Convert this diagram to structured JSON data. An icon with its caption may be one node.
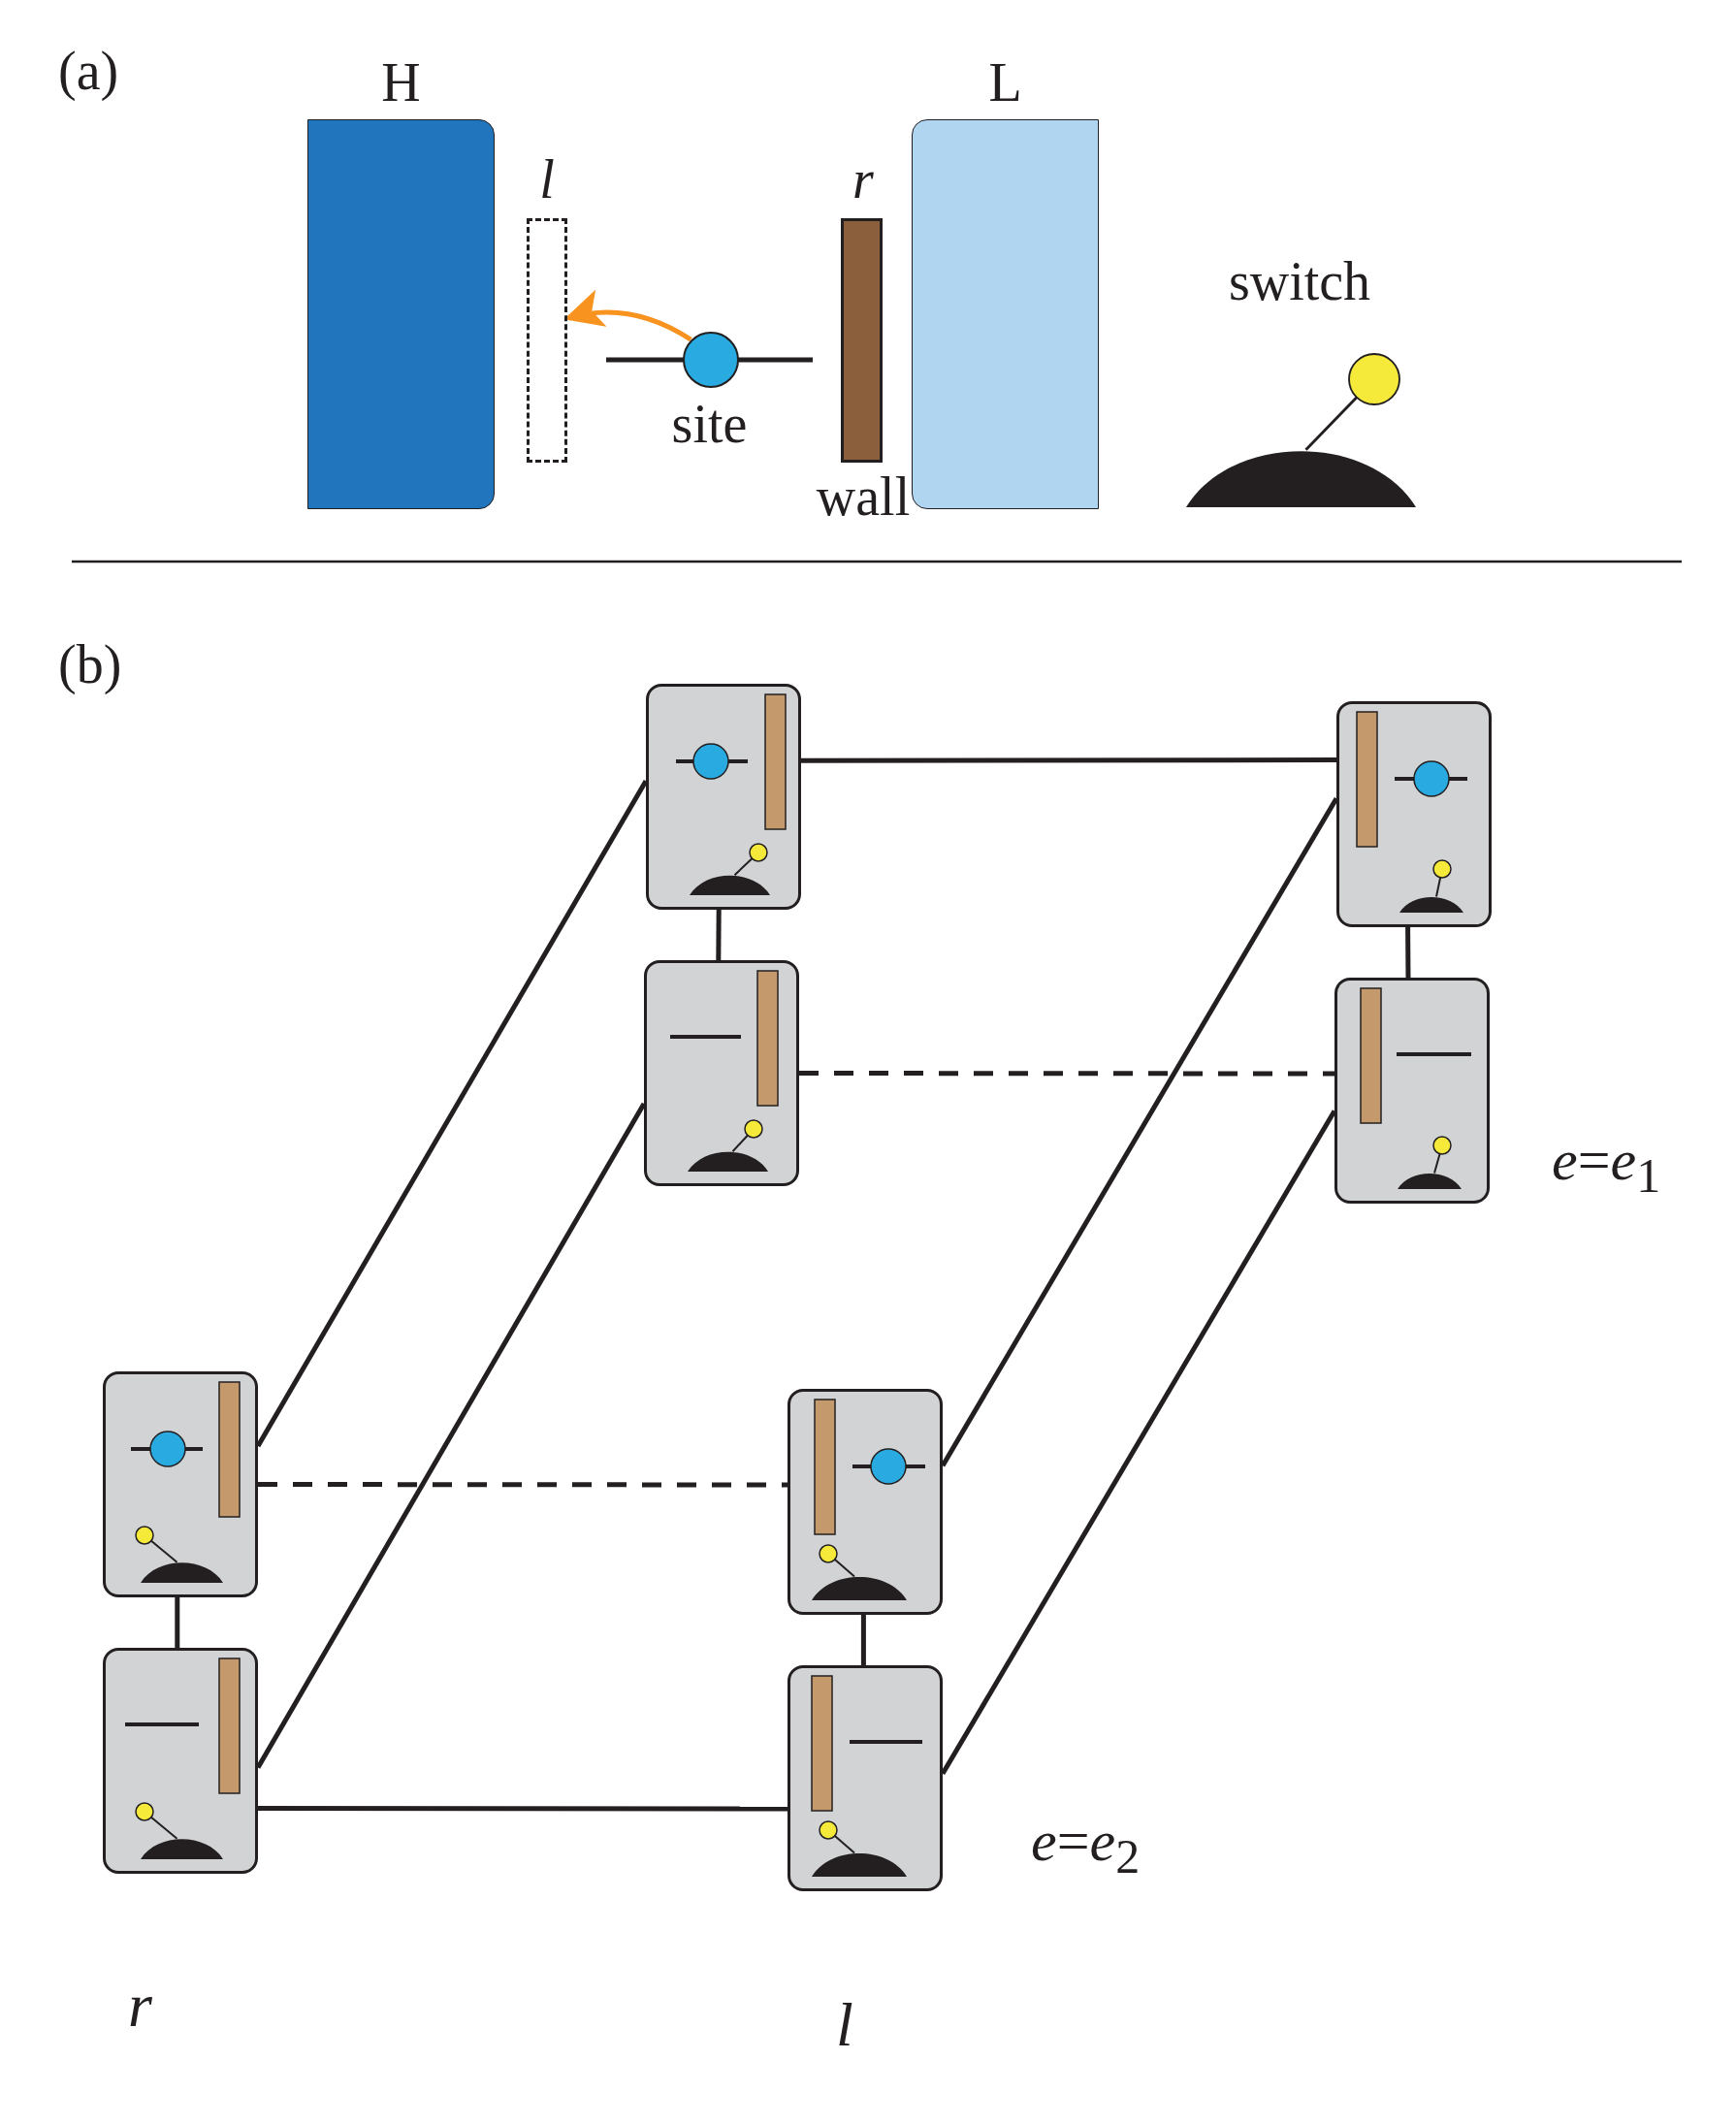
{
  "diagram": {
    "nodes": [
      {
        "text": [
          "H"
        ]
      },
      {
        "text": [
          "l"
        ]
      },
      {
        "text": [
          "site"
        ]
      },
      {
        "text": [
          "r",
          "wall"
        ]
      },
      {
        "text": [
          "L"
        ]
      },
      {
        "text": [
          "switch"
        ]
      },
      {
        "text": [],
        "shape": "box"
      },
      {
        "text": [],
        "shape": "box"
      },
      {
        "text": [],
        "shape": "box"
      },
      {
        "text": [],
        "shape": "box"
      },
      {
        "text": [],
        "shape": "box"
      },
      {
        "text": [],
        "shape": "box"
      },
      {
        "text": [],
        "shape": "box"
      },
      {
        "text": [],
        "shape": "box"
      }
    ],
    "edges": [
      {
        "from": 2,
        "to": 1,
        "arrow": "to",
        "color": "#f7931e"
      },
      {
        "from": 6,
        "to": 7,
        "arrow": "none"
      },
      {
        "from": 6,
        "to": 8,
        "arrow": "none"
      },
      {
        "from": 7,
        "to": 9,
        "arrow": "none"
      },
      {
        "from": 8,
        "to": 9,
        "arrow": "none",
        "style": "dashed"
      },
      {
        "from": 6,
        "to": 10,
        "arrow": "none"
      },
      {
        "from": 8,
        "to": 12,
        "arrow": "none"
      },
      {
        "from": 7,
        "to": 11,
        "arrow": "none"
      },
      {
        "from": 9,
        "to": 13,
        "arrow": "none"
      },
      {
        "from": 10,
        "to": 11,
        "arrow": "none",
        "style": "dashed"
      },
      {
        "from": 10,
        "to": 12,
        "arrow": "none"
      },
      {
        "from": 11,
        "to": 13,
        "arrow": "none"
      },
      {
        "from": 12,
        "to": 13,
        "arrow": "none"
      }
    ],
    "labels": [
      "(a)",
      "(b)",
      "*e*=*e*$_{1}$",
      "*e*=*e*$_{2}$",
      "r",
      "l"
    ]
  }
}
